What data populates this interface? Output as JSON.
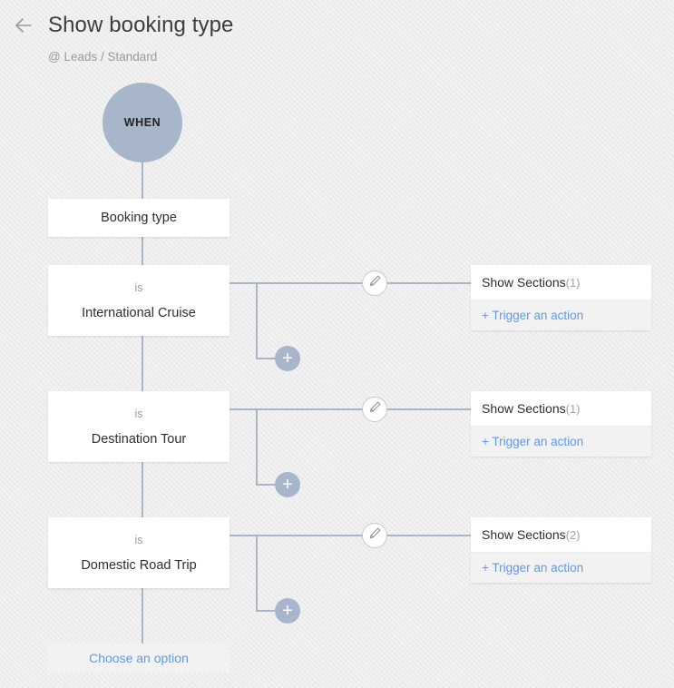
{
  "header": {
    "back_icon": "arrow-left-icon",
    "title": "Show booking type",
    "breadcrumb": "@ Leads / Standard"
  },
  "flow": {
    "trigger_node": {
      "label": "WHEN",
      "color": "#a7b6ca"
    },
    "field_box": {
      "label": "Booking type"
    },
    "choose_option": {
      "label": "Choose an option"
    },
    "branches": [
      {
        "operator": "is",
        "value": "International Cruise",
        "edit_icon": "pencil-icon",
        "add_icon": "plus-icon",
        "action": {
          "title": "Show Sections",
          "count": "(1)",
          "add_action_label": "+ Trigger an action"
        }
      },
      {
        "operator": "is",
        "value": "Destination Tour",
        "edit_icon": "pencil-icon",
        "add_icon": "plus-icon",
        "action": {
          "title": "Show Sections",
          "count": "(1)",
          "add_action_label": "+ Trigger an action"
        }
      },
      {
        "operator": "is",
        "value": "Domestic Road Trip",
        "edit_icon": "pencil-icon",
        "add_icon": "plus-icon",
        "action": {
          "title": "Show Sections",
          "count": "(2)",
          "add_action_label": "+ Trigger an action"
        }
      }
    ]
  },
  "colors": {
    "background": "#ededed",
    "node_blue_gray": "#a7b6ca",
    "link_blue": "#5f9aeb",
    "connector": "#a8b6c8",
    "muted_text": "#9a9a9a"
  }
}
